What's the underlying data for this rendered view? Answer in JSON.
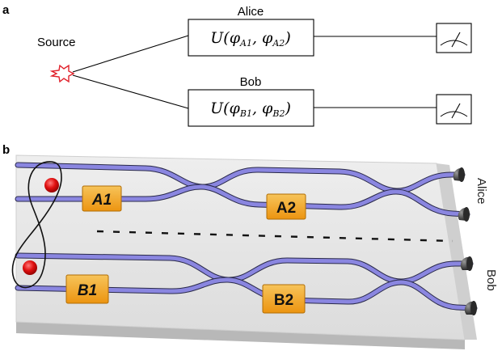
{
  "panel_a": {
    "label": "a",
    "source_label": "Source",
    "alice": {
      "name": "Alice",
      "unitary": "U(",
      "phi1": "φ",
      "sub1": "A1",
      "sep": ", ",
      "phi2": "φ",
      "sub2": "A2",
      "close": ")"
    },
    "bob": {
      "name": "Bob",
      "unitary": "U(",
      "phi1": "φ",
      "sub1": "B1",
      "sep": ", ",
      "phi2": "φ",
      "sub2": "B2",
      "close": ")"
    }
  },
  "panel_b": {
    "label": "b",
    "side_alice": "Alice",
    "side_bob": "Bob",
    "tags": {
      "a1": "A1",
      "a2": "A2",
      "b1": "B1",
      "b2": "B2"
    }
  },
  "colors": {
    "waveguide": "#8a86e0",
    "tag_fill": "#f3a21f",
    "photon": "#e01010",
    "chip": "#e4e4e4"
  }
}
